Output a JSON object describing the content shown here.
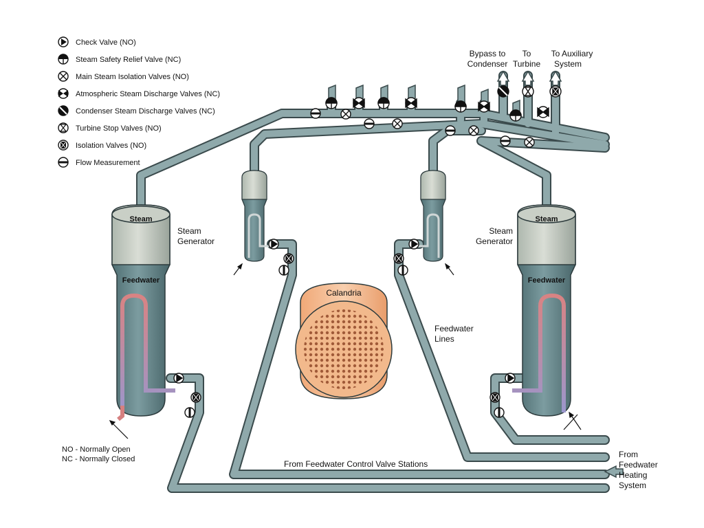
{
  "legend": {
    "items": [
      {
        "label": "Check Valve (NO)",
        "icon": "check-valve-icon"
      },
      {
        "label": "Steam Safety Relief Valve (NC)",
        "icon": "safety-relief-valve-icon"
      },
      {
        "label": "Main Steam Isolation Valves (NO)",
        "icon": "main-steam-isolation-valve-icon"
      },
      {
        "label": "Atmospheric Steam Discharge Valves (NC)",
        "icon": "atmospheric-discharge-valve-icon"
      },
      {
        "label": "Condenser Steam Discharge Valves (NC)",
        "icon": "condenser-discharge-valve-icon"
      },
      {
        "label": "Turbine Stop Valves (NO)",
        "icon": "turbine-stop-valve-icon"
      },
      {
        "label": "Isolation Valves (NO)",
        "icon": "isolation-valve-icon"
      },
      {
        "label": "Flow Measurement",
        "icon": "flow-measurement-icon"
      }
    ]
  },
  "notes": {
    "no": "NO - Normally Open",
    "nc": "NC - Normally Closed"
  },
  "labels": {
    "steam": "Steam",
    "feedwater": "Feedwater",
    "sg_line1": "Steam",
    "sg_line2": "Generator",
    "calandria": "Calandria",
    "feedwater_lines_1": "Feedwater",
    "feedwater_lines_2": "Lines",
    "control_stations": "From Feedwater Control Valve Stations",
    "heating_1": "From",
    "heating_2": "Feedwater",
    "heating_3": "Heating",
    "heating_4": "System",
    "bypass_1": "Bypass to",
    "bypass_2": "Condenser",
    "turbine_1": "To",
    "turbine_2": "Turbine",
    "aux_1": "To Auxiliary",
    "aux_2": "System"
  },
  "colors": {
    "pipe": "#8fa9ab",
    "pipe_outline": "#3a4a4c",
    "vessel_upper": "#c9cfc6",
    "vessel_lower": "#5f8185",
    "calandria": "#f2b98c",
    "hot_tube": "#d68080",
    "cold_tube": "#8f8fc4"
  }
}
